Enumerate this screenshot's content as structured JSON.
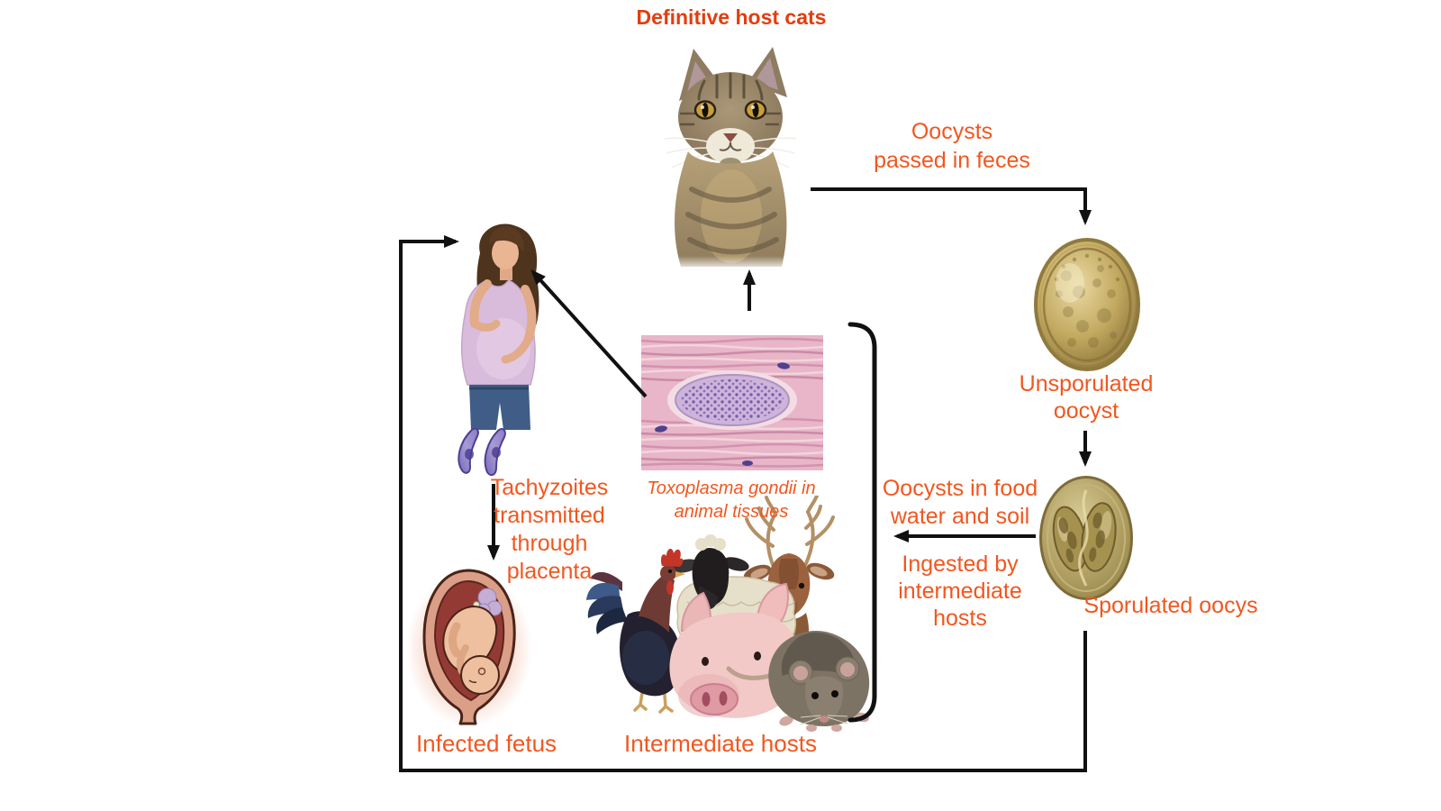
{
  "diagram": {
    "title": "Definitive host cats",
    "nodes": {
      "oocysts_feces": [
        "Oocysts",
        "passed in feces"
      ],
      "unsporulated": [
        "Unsporulated",
        "oocyst"
      ],
      "sporulated": "Sporulated oocys",
      "oocysts_food": [
        "Oocysts in food",
        "water and soil"
      ],
      "ingested": [
        "Ingested by",
        "intermediate",
        "hosts"
      ],
      "tissue_caption": [
        "Toxoplasma gondii in",
        "animal tissues"
      ],
      "tachyzoites_note": [
        "Tachyzoites",
        "transmitted",
        "through",
        "placenta"
      ],
      "infected_fetus": "Infected fetus",
      "intermediate_hosts": "Intermediate hosts"
    },
    "edges": [
      "cat -> unsporulated oocyst (Oocysts passed in feces)",
      "unsporulated oocyst -> sporulated oocyst",
      "sporulated oocyst -> intermediate hosts (Oocysts in food water and soil / Ingested by intermediate hosts)",
      "sporulated oocyst -> pregnant woman (bottom-left loop)",
      "animal tissues -> cat",
      "animal tissues -> pregnant woman",
      "tachyzoites -> infected fetus (transmitted through placenta)"
    ],
    "illustrations": {
      "cat": "tabby cat head and chest",
      "unsporulated_oocyst": "brown oval unsporulated oocyst",
      "sporulated_oocyst": "olive oval sporulated oocyst with two sporocysts",
      "tissue": "pink muscle tissue with purple Toxoplasma cyst",
      "pregnant_woman": "pregnant woman in lavender top and jeans",
      "tachyzoites": "two purple crescent tachyzoites",
      "fetus": "fetus curled inside womb",
      "animals": "rooster, sheep, deer, pig and rat"
    },
    "colors": {
      "title_text": "#e33d0e",
      "label_text": "#f1571f",
      "arrow": "#111111",
      "background": "#ffffff"
    }
  }
}
